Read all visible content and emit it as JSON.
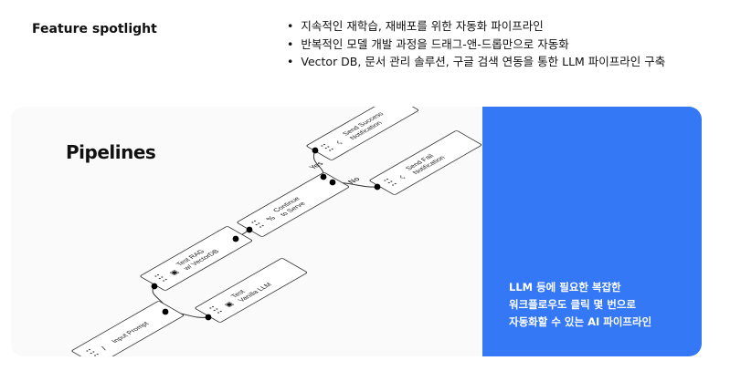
{
  "header": {
    "title": "Feature spotlight",
    "bullets": [
      "지속적인 재학습, 재배포를 위한 자동화 파이프라인",
      "반복적인 모델 개발 과정을 드래그-앤-드롭만으로 자동화",
      "Vector DB, 문서 관리 솔루션, 구글 검색 연동을 통한 LLM 파이프라인 구축"
    ]
  },
  "card": {
    "title": "Pipelines",
    "blue_panel": {
      "color": "#3578f6",
      "lines": [
        "LLM 등에 필요한 복잡한",
        "워크플로우도 클릭 몇 번으로",
        "자동화할 수 있는 AI 파이프라인"
      ]
    }
  },
  "pipeline": {
    "nodes": [
      {
        "id": "send-success",
        "lines": [
          "Send Success",
          "Notification"
        ],
        "icon": "bell-icon"
      },
      {
        "id": "send-fail",
        "lines": [
          "Send Fail",
          "Notification"
        ],
        "icon": "bell-icon"
      },
      {
        "id": "continue-to-serve",
        "lines": [
          "Continue",
          "to Serve"
        ],
        "icon": "percent-icon"
      },
      {
        "id": "test-rag",
        "lines": [
          "Test RAG",
          "w/ VectorDB"
        ],
        "icon": "image-icon"
      },
      {
        "id": "test-vanilla",
        "lines": [
          "Test",
          "Vanilla LLM"
        ],
        "icon": "image-icon"
      },
      {
        "id": "input-prompt",
        "lines": [
          "Input Prompt"
        ],
        "icon": "cursor-icon"
      }
    ],
    "edge_labels": {
      "yes": "Yes",
      "no": "No"
    }
  }
}
